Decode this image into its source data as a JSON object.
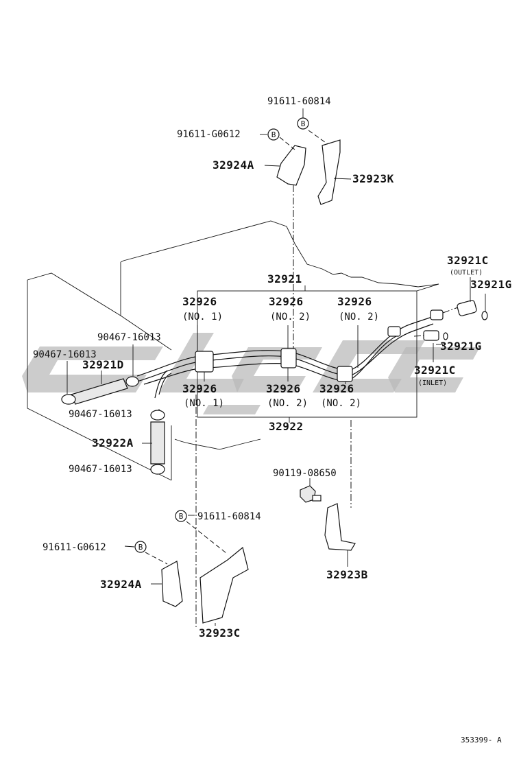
{
  "labels": {
    "top_bolt_upper": "91611-60814",
    "top_bolt_left": "91611-G0612",
    "top_clamp": "32924A",
    "top_bracket": "32923K",
    "outlet_union": "32921C",
    "outlet_note": "(OUTLET)",
    "outlet_gasket": "32921G",
    "inlet_gasket": "32921G",
    "inlet_union": "32921C",
    "inlet_note": "(INLET)",
    "tube_assy_upper": "32921",
    "tube_assy_lower": "32922",
    "clamp_no1_top": "32926",
    "clamp_no1_top_note": "(NO. 1)",
    "clamp_no2_top_a": "32926",
    "clamp_no2_top_a_note": "(NO. 2)",
    "clamp_no2_top_b": "32926",
    "clamp_no2_top_b_note": "(NO. 2)",
    "clamp_no1_bot": "32926",
    "clamp_no1_bot_note": "(NO. 1)",
    "clamp_no2_bot_a": "32926",
    "clamp_no2_bot_a_note": "(NO. 2)",
    "clamp_no2_bot_b": "32926",
    "clamp_no2_bot_b_note": "(NO. 2)",
    "hose_clip_upper": "90467-16013",
    "hose_clip_left": "90467-16013",
    "hose_upper": "32921D",
    "hose_clip_mid": "90467-16013",
    "hose_lower": "32922A",
    "hose_clip_low": "90467-16013",
    "bolt_mid": "90119-08650",
    "bracket_mid": "32923B",
    "bot_bolt_upper": "91611-60814",
    "bot_bolt_left": "91611-G0612",
    "bot_clamp": "32924A",
    "bot_bracket": "32923C",
    "ref_b": "B",
    "drawing_number": "353399- A"
  },
  "icons": [
    "callout-b-circle-icon",
    "bolt-icon",
    "bracket-icon",
    "hose-icon",
    "tube-clamp-icon",
    "union-fitting-icon",
    "gasket-ring-icon"
  ],
  "colors": {
    "line": "#111111",
    "watermark": "#b8b8b8",
    "background": "#ffffff"
  }
}
